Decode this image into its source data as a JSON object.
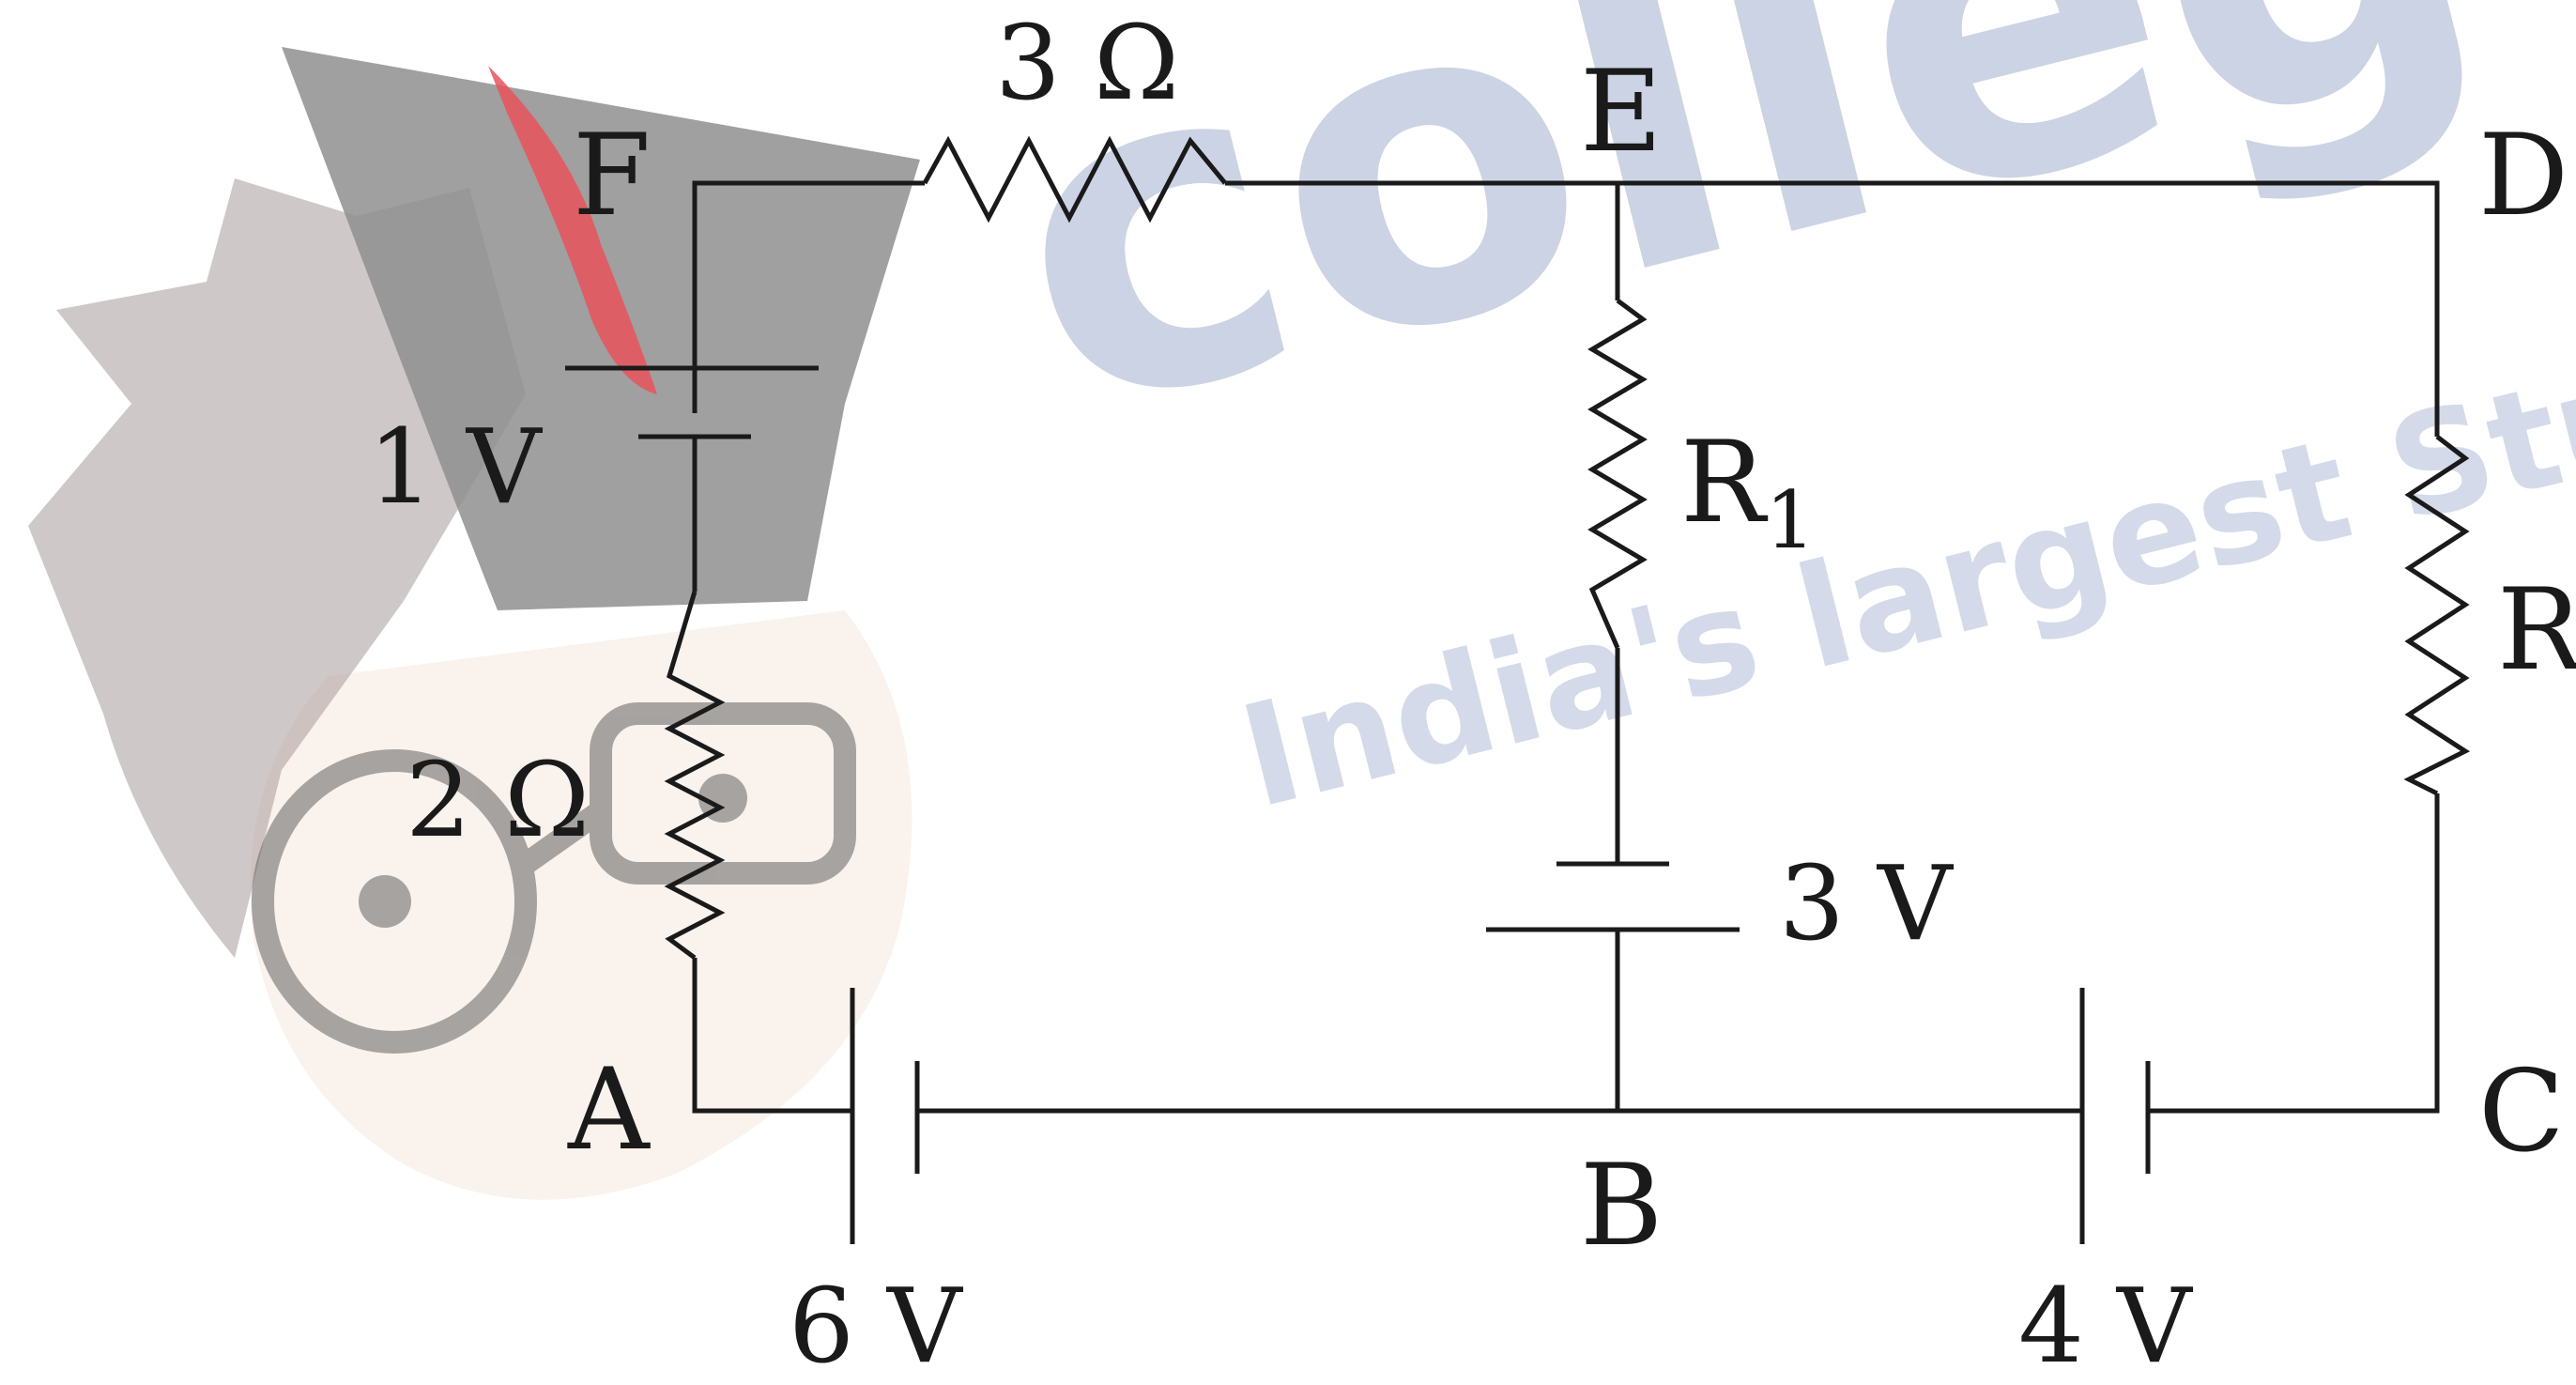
{
  "watermark": {
    "brand_text": "colleg",
    "tagline": "India's largest Stud",
    "color": "#b8c3db",
    "mascot_cap_color": "#8f8f8f",
    "mascot_hair_color": "#a89a9a",
    "mascot_tassel_color": "#e8545a",
    "mascot_skin_color": "#f6e8dc"
  },
  "circuit": {
    "wire_color": "#1a1a1a",
    "nodes": {
      "A": "A",
      "B": "B",
      "C": "C",
      "D": "D",
      "E": "E",
      "F": "F"
    },
    "resistor_labels": {
      "top": "3 Ω",
      "left": "2 Ω",
      "middle_letter": "R",
      "middle_subscript": "1",
      "right": "R"
    },
    "battery_labels": {
      "left": "1 V",
      "middle": "3 V",
      "bottom_left": "6 V",
      "bottom_right": "4 V"
    }
  }
}
